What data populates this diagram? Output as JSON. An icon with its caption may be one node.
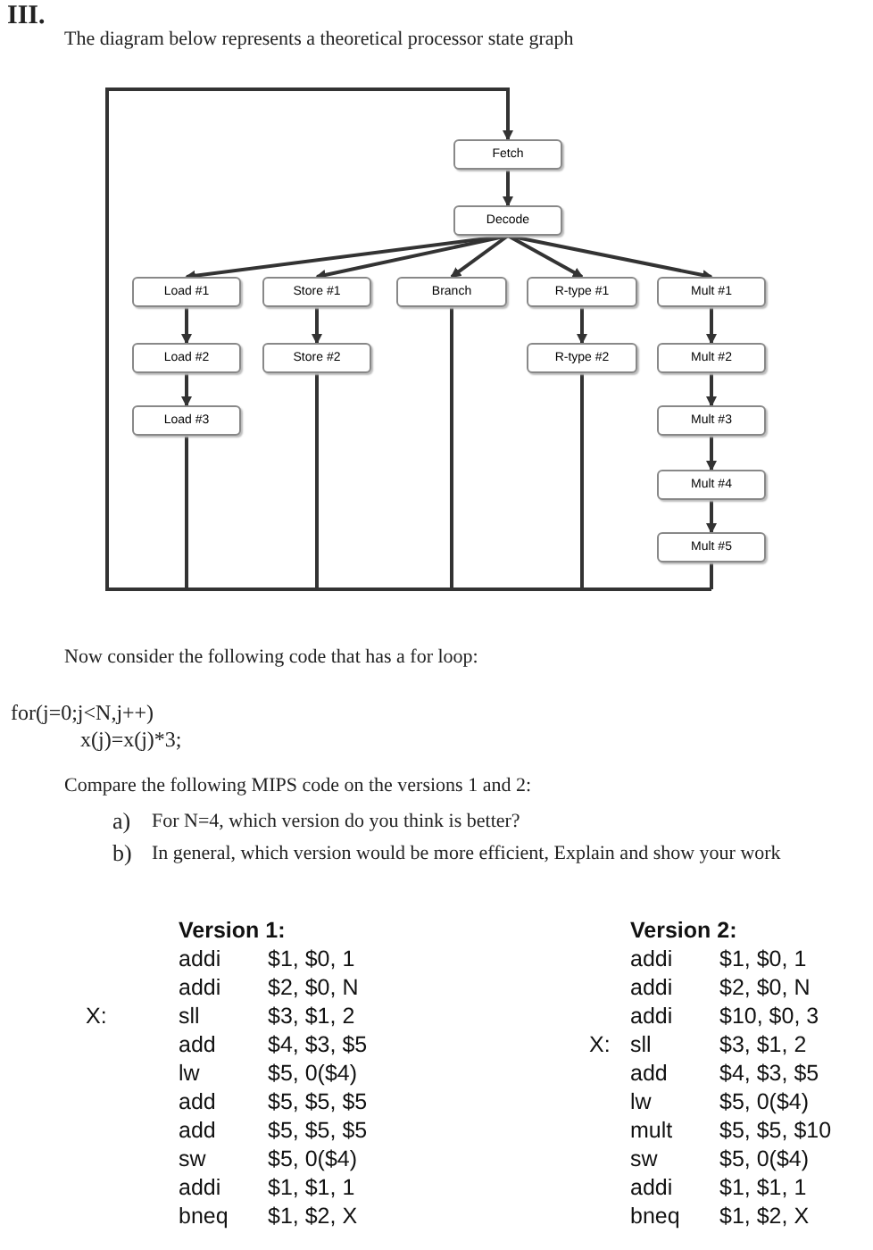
{
  "diagram": {
    "title": "The diagram below represents a theoretical processor state graph",
    "nodes": [
      {
        "text": [
          "Fetch"
        ]
      },
      {
        "text": [
          "Decode"
        ]
      },
      {
        "text": [
          "Load #1"
        ]
      },
      {
        "text": [
          "Store #1"
        ]
      },
      {
        "text": [
          "Branch"
        ]
      },
      {
        "text": [
          "R-type #1"
        ]
      },
      {
        "text": [
          "Mult #1"
        ]
      },
      {
        "text": [
          "Load #2"
        ]
      },
      {
        "text": [
          "Store #2"
        ]
      },
      {
        "text": [
          "R-type #2"
        ]
      },
      {
        "text": [
          "Mult #2"
        ]
      },
      {
        "text": [
          "Load #3"
        ]
      },
      {
        "text": [
          "Mult #3"
        ]
      },
      {
        "text": [
          "Mult #4"
        ]
      },
      {
        "text": [
          "Mult #5"
        ]
      }
    ],
    "edges": [
      {
        "from": 0,
        "to": 1,
        "arrow": "to"
      },
      {
        "from": 1,
        "to": 2,
        "arrow": "to"
      },
      {
        "from": 1,
        "to": 3,
        "arrow": "to"
      },
      {
        "from": 1,
        "to": 4,
        "arrow": "to"
      },
      {
        "from": 1,
        "to": 5,
        "arrow": "to"
      },
      {
        "from": 1,
        "to": 6,
        "arrow": "to"
      },
      {
        "from": 2,
        "to": 7,
        "arrow": "to"
      },
      {
        "from": 7,
        "to": 11,
        "arrow": "to"
      },
      {
        "from": 3,
        "to": 8,
        "arrow": "to"
      },
      {
        "from": 5,
        "to": 9,
        "arrow": "to"
      },
      {
        "from": 6,
        "to": 10,
        "arrow": "to"
      },
      {
        "from": 10,
        "to": 12,
        "arrow": "to"
      },
      {
        "from": 12,
        "to": 13,
        "arrow": "to"
      },
      {
        "from": 13,
        "to": 14,
        "arrow": "to"
      },
      {
        "from": 11,
        "to": 0,
        "arrow": "to"
      },
      {
        "from": 8,
        "to": 0,
        "arrow": "to"
      },
      {
        "from": 4,
        "to": 0,
        "arrow": "to"
      },
      {
        "from": 9,
        "to": 0,
        "arrow": "to"
      },
      {
        "from": 14,
        "to": 0,
        "arrow": "to"
      }
    ],
    "labels": [
      "III.",
      "Now consider the following code that has a for loop:",
      "for(j=0;j<N,j++)",
      "x(j)=x(j)*3;",
      "Compare the following MIPS code on the versions 1 and 2:",
      "a)",
      "For N=4, which version do you think is better?",
      "b)",
      "In general, which version would be more efficient, Explain and show your work",
      "Version 1:",
      "Version 2:",
      "addi",
      "$1, $0, 1",
      "addi",
      "$1, $0, 1",
      "addi",
      "$2, $0, N",
      "addi",
      "$2, $0, N",
      "X:",
      "sll",
      "$3, $1, 2",
      "addi",
      "$10, $0, 3",
      "add",
      "$4, $3, $5",
      "X:",
      "sll",
      "$3, $1, 2",
      "lw",
      "$5, 0($4)",
      "add",
      "$4, $3, $5",
      "add",
      "$5, $5, $5",
      "lw",
      "$5, 0($4)",
      "add",
      "$5, $5, $5",
      "mult",
      "$5, $5, $10",
      "sw",
      "$5, 0($4)",
      "sw",
      "$5, 0($4)",
      "addi",
      "$1, $1, 1",
      "addi",
      "$1, $1, 1",
      "bneq",
      "$1, $2, X",
      "bneq",
      "$1, $2, X"
    ]
  }
}
